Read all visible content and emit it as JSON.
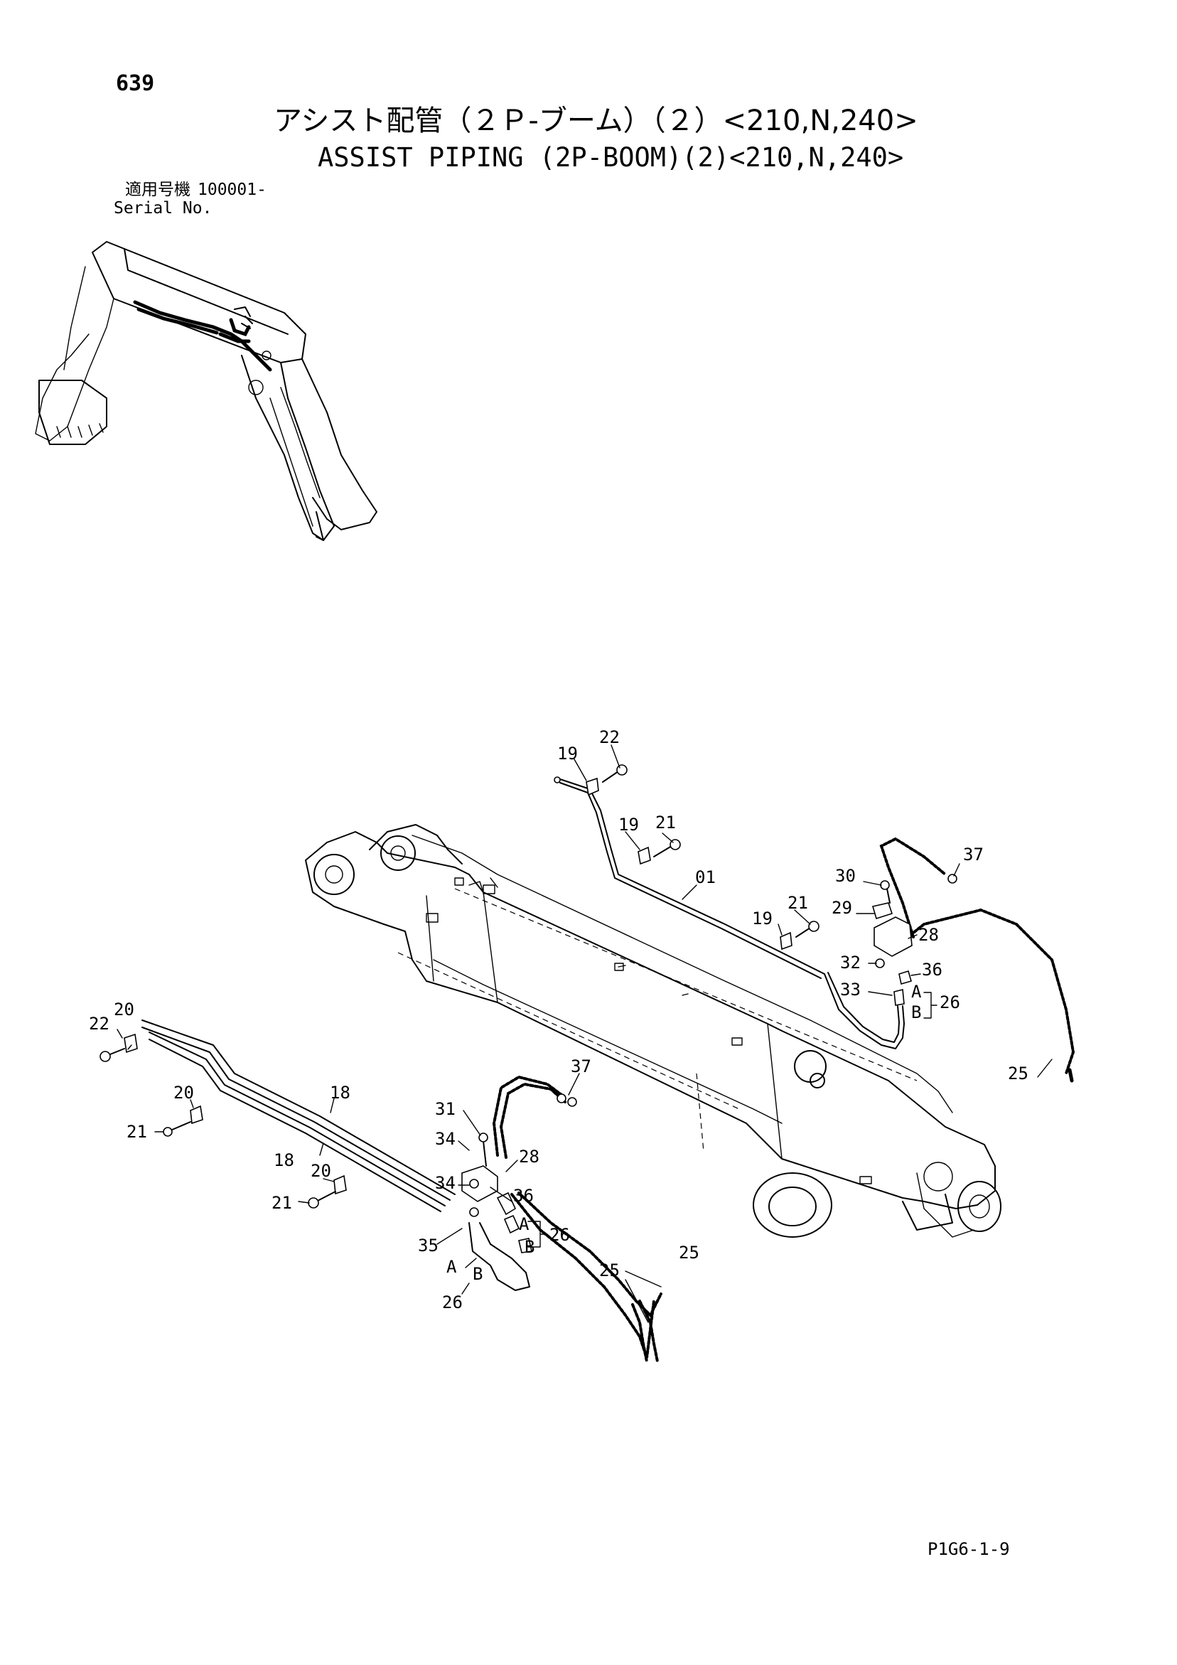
{
  "header": {
    "page_number": "639",
    "title_jp": "アシスト配管（２Ｐ-ブーム）（２）<210,N,240>",
    "title_en": "ASSIST PIPING (2P-BOOM)(2)<210,N,240>",
    "serial_label_jp": "適用号機",
    "serial_value": "100001-",
    "serial_label_en": "Serial No."
  },
  "footer": {
    "page_code": "P1G6-1-9"
  },
  "callouts": {
    "c22a": "22",
    "c19a": "19",
    "c19b": "19",
    "c21a": "21",
    "c01": "01",
    "c21b": "21",
    "c19c": "19",
    "c37a": "37",
    "c30": "30",
    "c29": "29",
    "c28a": "28",
    "c32": "32",
    "c36a": "36",
    "c33": "33",
    "c26a": "26",
    "cAa": "A",
    "cBa": "B",
    "c25a": "25",
    "c22b": "22",
    "c20a": "20",
    "c20b": "20",
    "c21c": "21",
    "c18a": "18",
    "c18b": "18",
    "c20c": "20",
    "c21d": "21",
    "c37b": "37",
    "c31": "31",
    "c34a": "34",
    "c28b": "28",
    "c34b": "34",
    "c36b": "36",
    "cAb": "A",
    "cBb": "B",
    "c26b": "26",
    "c35": "35",
    "cAc": "A",
    "cBc": "B",
    "c26c": "26",
    "c25b": "25",
    "c25c": "25"
  }
}
